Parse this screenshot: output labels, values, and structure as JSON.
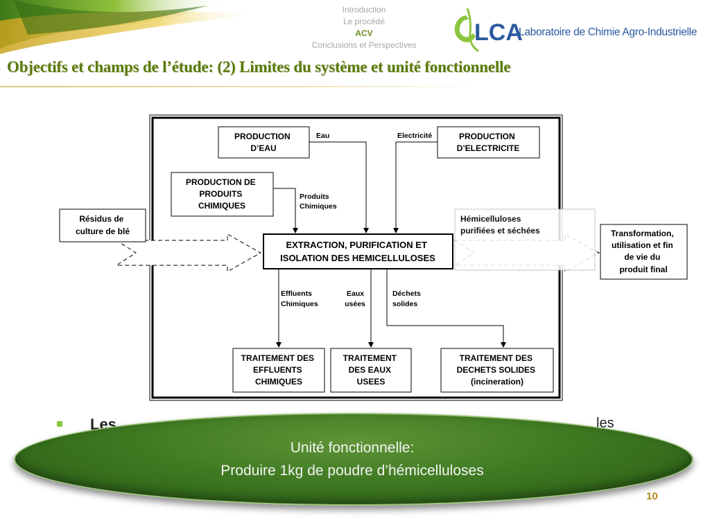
{
  "header": {
    "nav": [
      {
        "label": "Introduction",
        "active": false
      },
      {
        "label": "Le procédé",
        "active": false
      },
      {
        "label": "ACV",
        "active": true
      },
      {
        "label": "Conclusions et Perspectives",
        "active": false
      }
    ],
    "logo_text": "LCA",
    "lab_name": "Laboratoire de Chimie Agro-Industrielle",
    "title": "Objectifs et champs de l’étude: (2) Limites du système et unité fonctionnelle"
  },
  "diagram": {
    "prod_eau": [
      "PRODUCTION",
      "D’EAU"
    ],
    "prod_elec": [
      "PRODUCTION",
      "D’ELECTRICITE"
    ],
    "prod_chim": [
      "PRODUCTION DE",
      "PRODUITS",
      "CHIMIQUES"
    ],
    "extraction": [
      "EXTRACTION, PURIFICATION ET",
      "ISOLATION DES HEMICELLULOSES"
    ],
    "residus": [
      "Résidus de",
      "culture de blé"
    ],
    "transformation": [
      "Transformation,",
      "utilisation et fin",
      "de vie du",
      "produit final"
    ],
    "hemicelluloses": [
      "Hémicelluloses",
      "purifiées et séchées"
    ],
    "trait_effluents": [
      "TRAITEMENT DES",
      "EFFLUENTS",
      "CHIMIQUES"
    ],
    "trait_eaux": [
      "TRAITEMENT",
      "DES EAUX",
      "USEES"
    ],
    "trait_dechets": [
      "TRAITEMENT DES",
      "DECHETS SOLIDES",
      "(incineration)"
    ],
    "label_eau": "Eau",
    "label_elec": "Electricité",
    "label_chim": [
      "Produits",
      "Chimiques"
    ],
    "label_effluents": [
      "Effluents",
      "Chimiques"
    ],
    "label_eaux": [
      "Eaux",
      "usées"
    ],
    "label_dechets": [
      "Déchets",
      "solides"
    ]
  },
  "body": {
    "bullet_text": "Les",
    "trailing_fragment": "les"
  },
  "callout": {
    "line1": "Unité fonctionnelle:",
    "line2": "Produire 1kg de poudre d’hémicelluloses"
  },
  "page_number": "10",
  "colors": {
    "title": "#5a7a0e",
    "lab_blue": "#2a5aa0",
    "ellipse": "#3f7a22",
    "bullet": "#8cc63f",
    "page_number": "#b58a1e"
  }
}
